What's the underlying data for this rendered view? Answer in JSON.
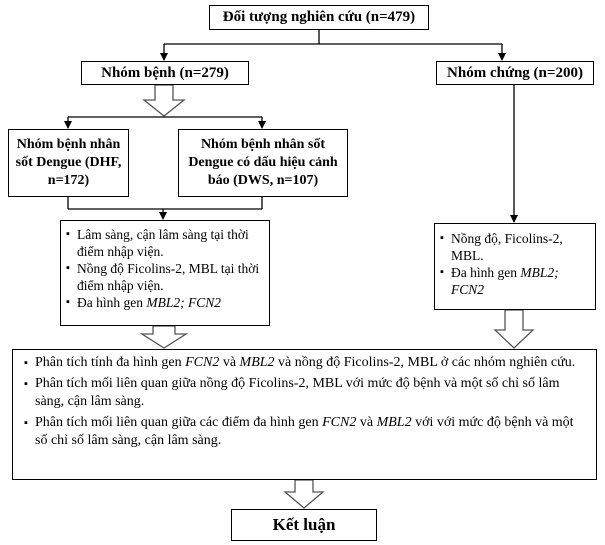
{
  "nodes": {
    "population": "Đối tượng nghiên cứu (n=479)",
    "patient_group": "Nhóm bệnh (n=279)",
    "control_group": "Nhóm chứng (n=200)",
    "dhf": "Nhóm bệnh nhân sốt Dengue (DHF, n=172)",
    "dws": "Nhóm bệnh nhân sốt Dengue có dấu hiệu cảnh báo (DWS, n=107)",
    "patient_measures": {
      "item1": "Lâm sàng, cận lâm sàng tại thời điểm nhập viện.",
      "item2": "Nồng độ Ficolins-2, MBL tại thời điểm nhập viện.",
      "item3_prefix": "Đa hình gen ",
      "item3_genes": "MBL2; FCN2"
    },
    "control_measures": {
      "item1": "Nồng độ, Ficolins-2, MBL.",
      "item2_prefix": "Đa hình gen ",
      "item2_genes": "MBL2; FCN2"
    },
    "analysis": {
      "item1_a": "Phân tích tính đa hình gen ",
      "item1_g1": "FCN2",
      "item1_b": " và ",
      "item1_g2": "MBL2",
      "item1_c": " và nồng độ Ficolins-2, MBL ở các nhóm nghiên cứu.",
      "item2": "Phân tích mối liên quan giữa nồng độ Ficolins-2, MBL với mức độ bệnh và một số chỉ số lâm sàng, cận lâm sàng.",
      "item3_a": "Phân tích mối liên quan giữa các điểm đa hình gen ",
      "item3_g1": "FCN2",
      "item3_b": " và ",
      "item3_g2": "MBL2",
      "item3_c": " với với mức độ bệnh và một số chỉ số lâm sàng, cận lâm sàng."
    },
    "conclusion": "Kết luận"
  }
}
